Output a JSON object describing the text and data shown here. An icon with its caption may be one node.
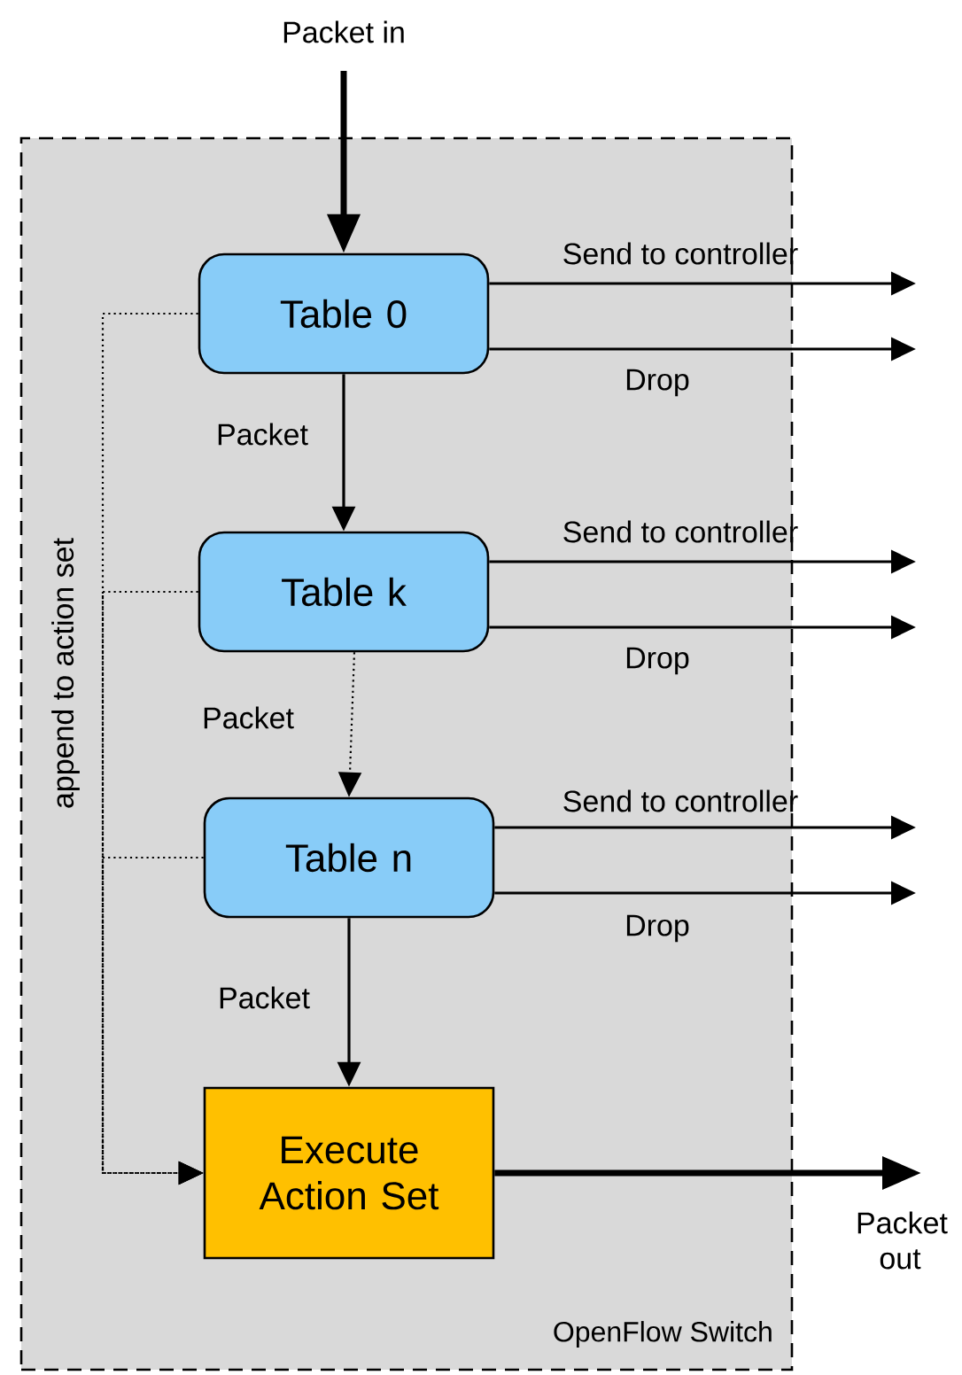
{
  "diagram": {
    "nodes": [
      {
        "text": [
          "OpenFlow Switch"
        ]
      },
      {
        "text": [
          "Table 0"
        ],
        "in": 0
      },
      {
        "text": [
          "Table k"
        ],
        "in": 0
      },
      {
        "text": [
          "Table n"
        ],
        "in": 0
      },
      {
        "text": [
          "Execute Action Set"
        ],
        "in": 0
      }
    ],
    "edges": [
      {
        "from": null,
        "to": 1,
        "arrow": "to",
        "label": "Packet in",
        "style": "thick"
      },
      {
        "from": 1,
        "to": null,
        "arrow": "to",
        "label": "Send to controller"
      },
      {
        "from": 1,
        "to": null,
        "arrow": "to",
        "label": "Drop"
      },
      {
        "from": 1,
        "to": 2,
        "arrow": "to",
        "label": "Packet"
      },
      {
        "from": 2,
        "to": null,
        "arrow": "to",
        "label": "Send to controller"
      },
      {
        "from": 2,
        "to": null,
        "arrow": "to",
        "label": "Drop"
      },
      {
        "from": 2,
        "to": 3,
        "arrow": "to",
        "label": "Packet",
        "style": "dashed"
      },
      {
        "from": 3,
        "to": null,
        "arrow": "to",
        "label": "Send to controller"
      },
      {
        "from": 3,
        "to": null,
        "arrow": "to",
        "label": "Drop"
      },
      {
        "from": 3,
        "to": 4,
        "arrow": "to",
        "label": "Packet"
      },
      {
        "from": 4,
        "to": null,
        "arrow": "to",
        "label": "Packet out",
        "style": "thick"
      },
      {
        "from": 1,
        "to": 4,
        "arrow": "to",
        "label": "append to action set",
        "style": "dashed"
      },
      {
        "from": 2,
        "to": 4,
        "arrow": "to",
        "style": "dashed"
      },
      {
        "from": 3,
        "to": 4,
        "arrow": "to",
        "style": "dashed"
      }
    ]
  }
}
